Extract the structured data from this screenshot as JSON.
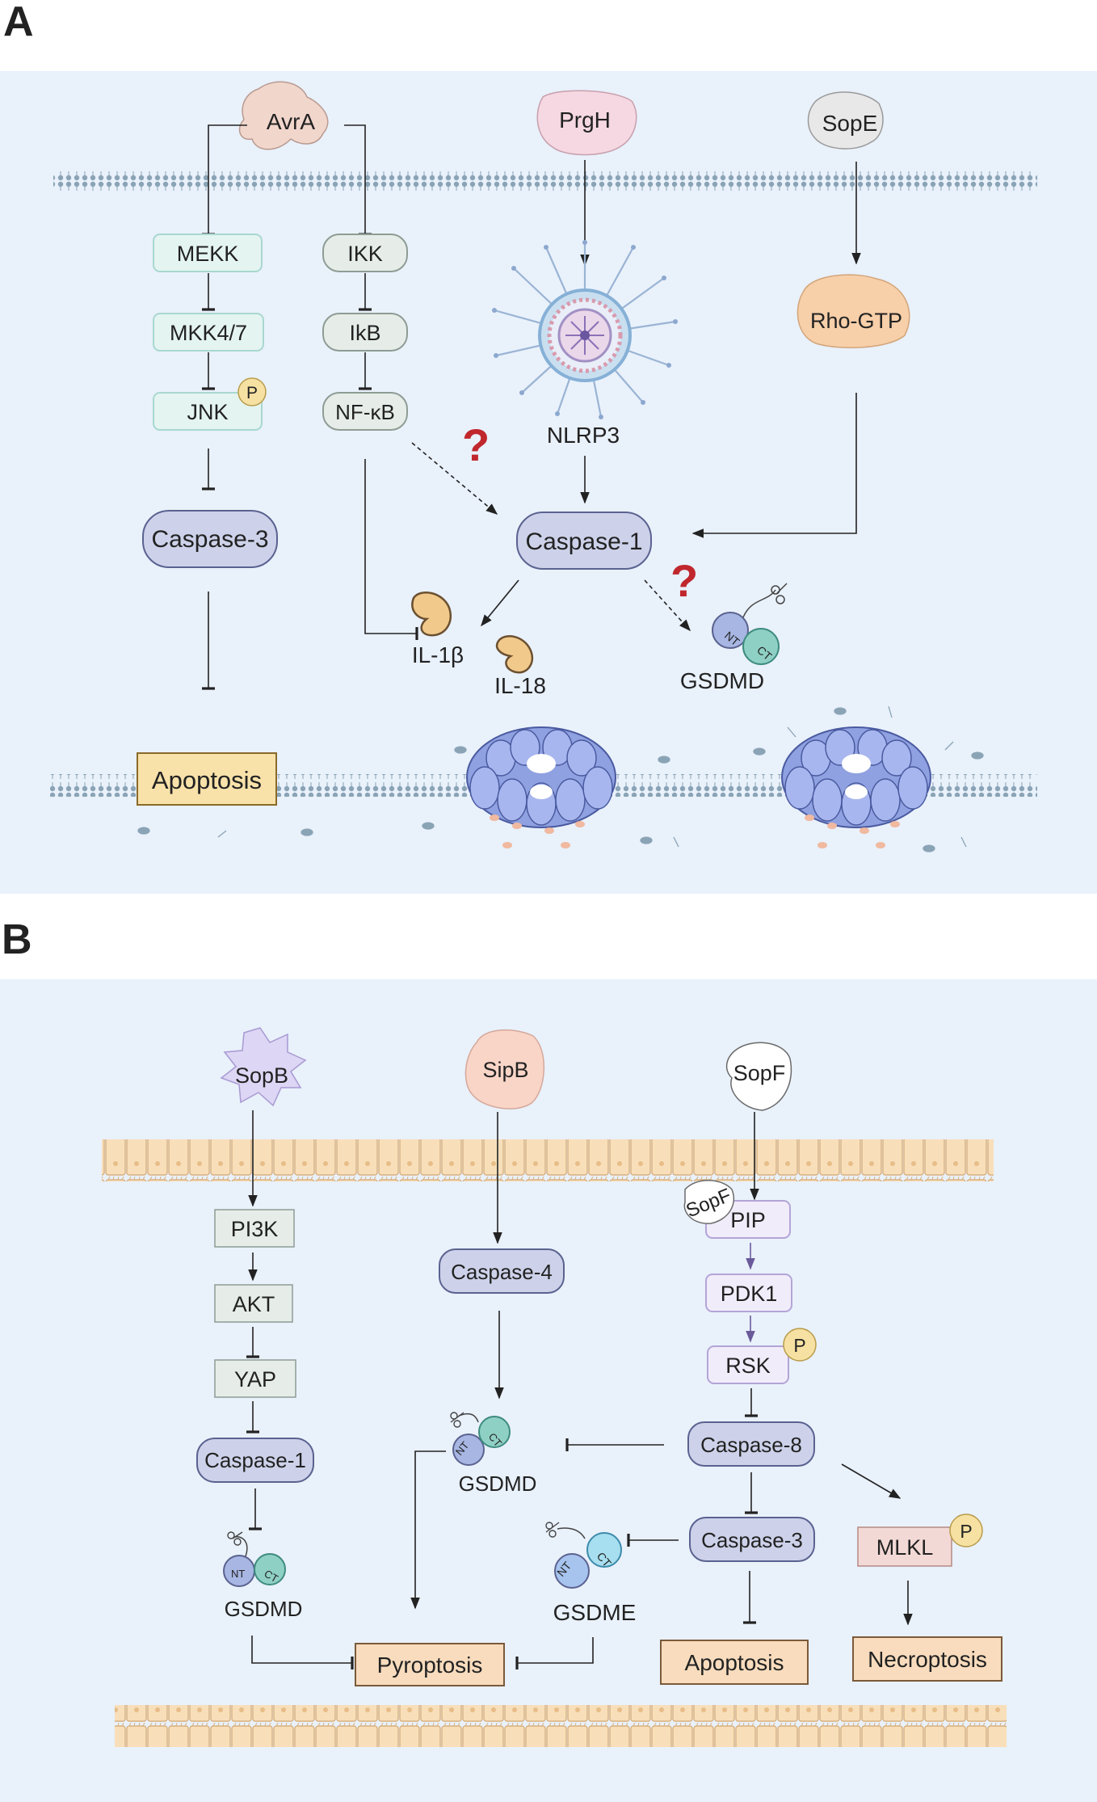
{
  "panels": {
    "a": {
      "letter": "A",
      "membrane_top": "",
      "nodes": {
        "avra": "AvrA",
        "prgh": "PrgH",
        "sope": "SopE",
        "mekk": "MEKK",
        "mkk47": "MKK4/7",
        "jnk": "JNK",
        "ikk": "IKK",
        "ikb": "IkB",
        "nfkb": "NF-κB",
        "rho_gtp": "Rho-GTP",
        "nlrp3": "NLRP3",
        "caspase3": "Caspase-3",
        "caspase1": "Caspase-1",
        "il1b": "IL-1β",
        "il18": "IL-18",
        "gsdmd": "GSDMD",
        "apoptosis": "Apoptosis",
        "p_badge": "P",
        "question": "?",
        "nt": "NT",
        "ct": "CT"
      }
    },
    "b": {
      "letter": "B",
      "nodes": {
        "sopb": "SopB",
        "sipb": "SipB",
        "sopf": "SopF",
        "sopf_bound": "SopF",
        "pi3k": "PI3K",
        "akt": "AKT",
        "yap": "YAP",
        "caspase1": "Caspase-1",
        "gsdmd_left": "GSDMD",
        "caspase4": "Caspase-4",
        "gsdmd_mid": "GSDMD",
        "pip": "PIP",
        "pdk1": "PDK1",
        "rsk": "RSK",
        "caspase8": "Caspase-8",
        "caspase3": "Caspase-3",
        "gsdme": "GSDME",
        "mlkl": "MLKL",
        "pyroptosis": "Pyroptosis",
        "apoptosis": "Apoptosis",
        "necroptosis": "Necroptosis",
        "p_badge": "P",
        "nt": "NT",
        "ct": "CT"
      }
    }
  },
  "colors": {
    "panel_bg": "#e9f1fb",
    "box_green": "#e4f4f1",
    "box_green_border": "#a8d8d0",
    "box_grey": "#e6ede9",
    "box_grey_border": "#8e9c94",
    "caspase_fill": "#cdd2ea",
    "caspase_border": "#5a6290",
    "outcome_fill": "#f8dcbd",
    "outcome_border": "#7a5a3a",
    "p_badge": "#f6e1a3",
    "question": "#c0272d",
    "membrane_b": "#f7deb9"
  }
}
